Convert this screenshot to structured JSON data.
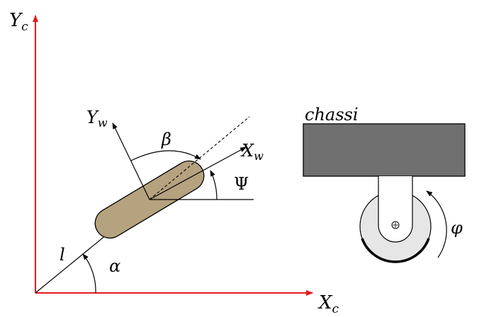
{
  "axes": {
    "x_label": "X",
    "x_sub": "c",
    "y_label": "Y",
    "y_sub": "c"
  },
  "wheel_frame": {
    "x_label": "X",
    "x_sub": "w",
    "y_label": "Y",
    "y_sub": "w"
  },
  "angles": {
    "alpha": "α",
    "beta": "β",
    "psi": "Ψ",
    "phi": "φ",
    "length": "l"
  },
  "chassis": {
    "label": "chassi"
  },
  "colors": {
    "axis": "#e41a1c",
    "wheel_fill": "#b5a27f",
    "chassis_fill": "#707070",
    "caster_wheel_fill": "#e6e6e6",
    "line": "#000000"
  }
}
